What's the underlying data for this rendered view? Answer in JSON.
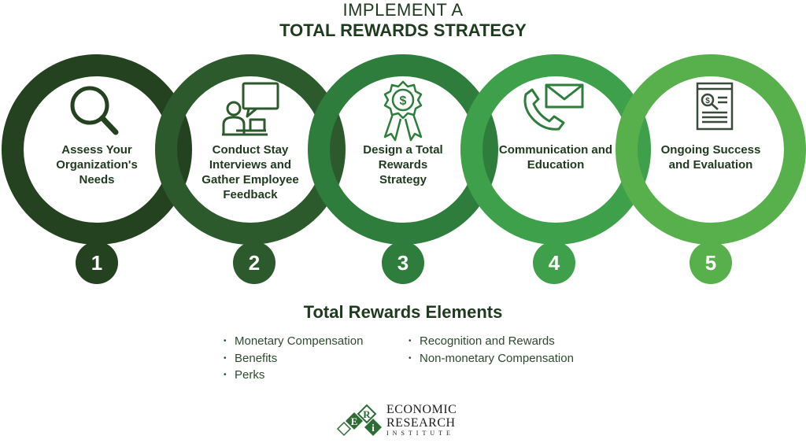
{
  "header": {
    "line1": "IMPLEMENT A",
    "line2": "TOTAL REWARDS STRATEGY"
  },
  "steps": [
    {
      "number": "1",
      "label": "Assess Your Organization's Needs",
      "icon": "magnifying-glass-icon",
      "color": "#24421f"
    },
    {
      "number": "2",
      "label": "Conduct Stay Interviews and Gather Employee Feedback",
      "icon": "person-speech-bubble-icon",
      "color": "#2d5a2d"
    },
    {
      "number": "3",
      "label": "Design a Total Rewards Strategy",
      "icon": "dollar-award-ribbon-icon",
      "color": "#2e7d3c"
    },
    {
      "number": "4",
      "label": "Communication and Education",
      "icon": "phone-envelope-icon",
      "color": "#3ea04a"
    },
    {
      "number": "5",
      "label": "Ongoing Success and Evaluation",
      "icon": "document-dollar-icon",
      "color": "#58b04c"
    }
  ],
  "elements": {
    "title": "Total Rewards Elements",
    "left_column": [
      "Monetary Compensation",
      "Benefits",
      "Perks"
    ],
    "right_column": [
      "Recognition and Rewards",
      "Non-monetary Compensation"
    ]
  },
  "logo": {
    "letters": [
      "E",
      "R",
      "i"
    ],
    "line1": "ECONOMIC",
    "line2": "RESEARCH",
    "line3": "INSTITUTE"
  }
}
